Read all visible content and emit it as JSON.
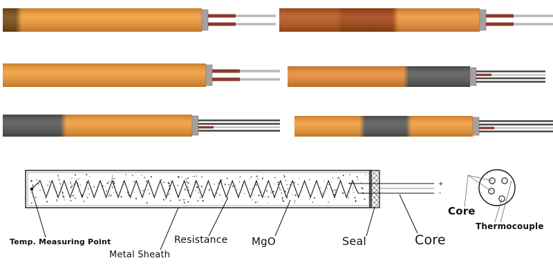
{
  "colors": {
    "orange": "#f39a36",
    "orange_dark": "#b65a17",
    "heater_gray": "#575757",
    "lead_red": "#8a3a2e",
    "lead_gray": "#b9b9b9",
    "line": "#111111"
  },
  "heaters": [
    {
      "id": "heater-1",
      "segments": [
        {
          "color": "#7a4a12",
          "frac": 0.08
        },
        {
          "color": "#f39a36",
          "frac": 0.92
        }
      ],
      "leads": [
        "red",
        "red"
      ]
    },
    {
      "id": "heater-2",
      "segments": [
        {
          "color": "#b7551a",
          "frac": 0.3
        },
        {
          "color": "#a24410",
          "frac": 0.28
        },
        {
          "color": "#f0923a",
          "frac": 0.42
        }
      ],
      "leads": [
        "red",
        "red"
      ]
    },
    {
      "id": "heater-3",
      "segments": [
        {
          "color": "#f39a36",
          "frac": 1.0
        }
      ],
      "leads": [
        "red",
        "red"
      ]
    },
    {
      "id": "heater-4",
      "segments": [
        {
          "color": "#e98a34",
          "frac": 0.65
        },
        {
          "color": "#575757",
          "frac": 0.35
        }
      ],
      "leads": [
        "gray",
        "red",
        "gray",
        "gray"
      ]
    },
    {
      "id": "heater-5",
      "segments": [
        {
          "color": "#555555",
          "frac": 0.32
        },
        {
          "color": "#f39a36",
          "frac": 0.68
        }
      ],
      "leads": [
        "gray",
        "gray",
        "red",
        "gray"
      ]
    },
    {
      "id": "heater-6",
      "segments": [
        {
          "color": "#f39a36",
          "frac": 0.38
        },
        {
          "color": "#575757",
          "frac": 0.26
        },
        {
          "color": "#f39a36",
          "frac": 0.36
        }
      ],
      "leads": [
        "gray",
        "gray",
        "red",
        "gray"
      ]
    }
  ],
  "diagram": {
    "labels": {
      "temp_point": "Temp. Measuring Point",
      "metal_sheath": "Metal Sheath",
      "resistance": "Resistance",
      "mgo": "MgO",
      "seal": "Seal",
      "core": "Core",
      "core_small": "Core",
      "thermocouple": "Thermocouple"
    },
    "terminal_plus": "+",
    "terminal_minus": "-"
  }
}
